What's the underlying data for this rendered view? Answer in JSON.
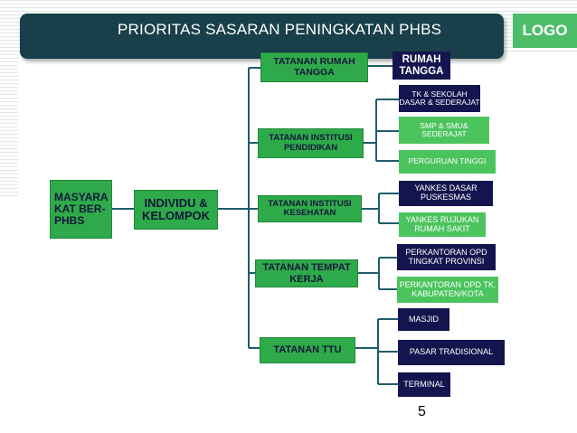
{
  "header": {
    "title": "PRIORITAS SASARAN  PENINGKATAN PHBS",
    "logo": "LOGO"
  },
  "diagram": {
    "root": "MASYARA KAT BER-PHBS",
    "level1": "INDIVIDU & KELOMPOK",
    "tatanan": [
      {
        "label": "TATANAN RUMAH TANGGA",
        "targets": [
          "RUMAH TANGGA"
        ]
      },
      {
        "label": "TATANAN INSTITUSI PENDIDIKAN",
        "targets": [
          "TK & SEKOLAH DASAR & SEDERAJAT",
          "SMP & SMU& SEDERAJAT",
          "PERGURUAN TINGGI"
        ]
      },
      {
        "label": "TATANAN INSTITUSI KESEHATAN",
        "targets": [
          "YANKES DASAR PUSKESMAS",
          "YANKES RUJUKAN RUMAH SAKIT"
        ]
      },
      {
        "label": "TATANAN  TEMPAT KERJA",
        "targets": [
          "PERKANTORAN  OPD TINGKAT  PROVINSI",
          "PERKANTORAN OPD TK. KABUPATEN/KOTA"
        ]
      },
      {
        "label": "TATANAN  TTU",
        "targets": [
          "MASJID",
          "PASAR TRADISIONAL",
          "TERMINAL"
        ]
      }
    ]
  },
  "footer": {
    "page_number": "5"
  },
  "colors": {
    "title_bar": "#19404a",
    "logo": "#4dbd6a",
    "green_box": "#2faa4a",
    "navy_box": "#14154e",
    "connector": "#1f5d6b"
  }
}
